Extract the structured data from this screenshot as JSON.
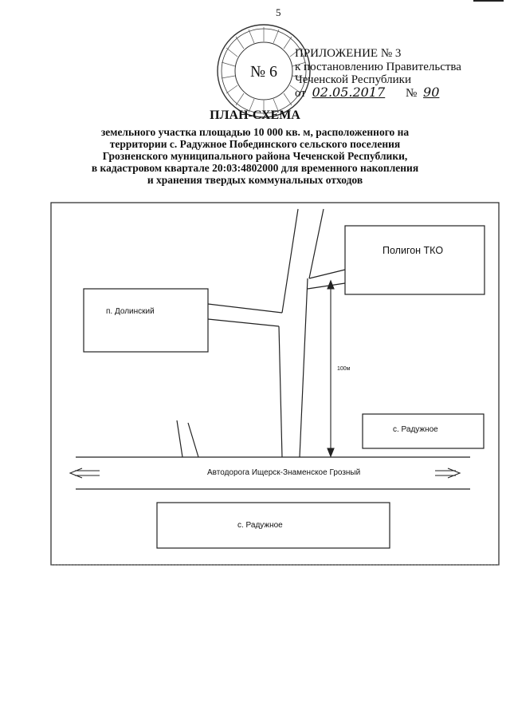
{
  "page_number": "5",
  "header": {
    "appendix": "ПРИЛОЖЕНИЕ № 3",
    "decree_line1": "к постановлению Правительства",
    "decree_line2": "Чеченской Республики",
    "date_prefix": "от",
    "date_value": "02.05.2017",
    "number_prefix": "№",
    "number_value": "90"
  },
  "stamp": {
    "number": "№ 6"
  },
  "title": "ПЛАН-СХЕМА",
  "subtitle_lines": [
    "земельного участка площадью 10 000 кв. м, расположенного на",
    "территории с. Радужное Побединского сельского поселения",
    "Грозненского муниципального района Чеченской Республики,",
    "в кадастровом квартале 20:03:4802000 для временного накопления",
    "и хранения твердых коммунальных отходов"
  ],
  "map": {
    "landfill_label": "Полигон ТКО",
    "settlement_left_label": "п. Долинский",
    "village_right_label": "с. Радужное",
    "village_bottom_label": "с. Радужное",
    "road_label": "Автодорога  Ищерск-Знаменское Грозный",
    "distance_label": "100м"
  }
}
